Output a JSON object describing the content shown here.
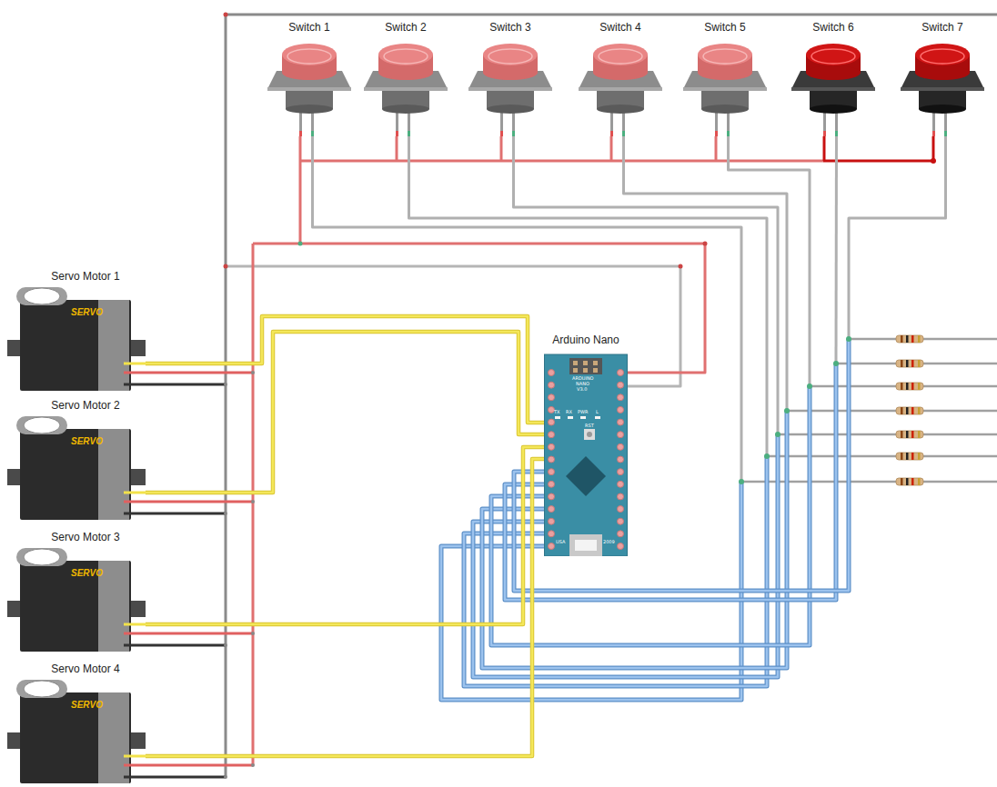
{
  "diagram": {
    "nodes": [
      {
        "text": [
          "Switch 1"
        ]
      },
      {
        "text": [
          "Switch 2"
        ]
      },
      {
        "text": [
          "Switch 3"
        ]
      },
      {
        "text": [
          "Switch 4"
        ]
      },
      {
        "text": [
          "Switch 5"
        ]
      },
      {
        "text": [
          "Switch 6"
        ]
      },
      {
        "text": [
          "Switch 7"
        ]
      },
      {
        "text": [
          "Servo Motor 1",
          "SERVO"
        ]
      },
      {
        "text": [
          "Servo Motor 2",
          "SERVO"
        ]
      },
      {
        "text": [
          "Servo Motor 3",
          "SERVO"
        ]
      },
      {
        "text": [
          "Servo Motor 4",
          "SERVO"
        ]
      },
      {
        "text": [
          "Arduino Nano"
        ]
      }
    ],
    "edges": [
      {
        "from": 0,
        "to": 11,
        "arrow": "none"
      },
      {
        "from": 1,
        "to": 11,
        "arrow": "none"
      },
      {
        "from": 2,
        "to": 11,
        "arrow": "none"
      },
      {
        "from": 3,
        "to": 11,
        "arrow": "none"
      },
      {
        "from": 4,
        "to": 11,
        "arrow": "none"
      },
      {
        "from": 5,
        "to": 11,
        "arrow": "none"
      },
      {
        "from": 6,
        "to": 11,
        "arrow": "none"
      },
      {
        "from": 7,
        "to": 11,
        "arrow": "none"
      },
      {
        "from": 8,
        "to": 11,
        "arrow": "none"
      },
      {
        "from": 9,
        "to": 11,
        "arrow": "none"
      },
      {
        "from": 10,
        "to": 11,
        "arrow": "none"
      }
    ],
    "labels": [
      "ARDUINO",
      "NANO",
      "V3.0",
      "TX",
      "RX",
      "PWR",
      "L",
      "RST",
      "USA",
      "2009"
    ]
  }
}
